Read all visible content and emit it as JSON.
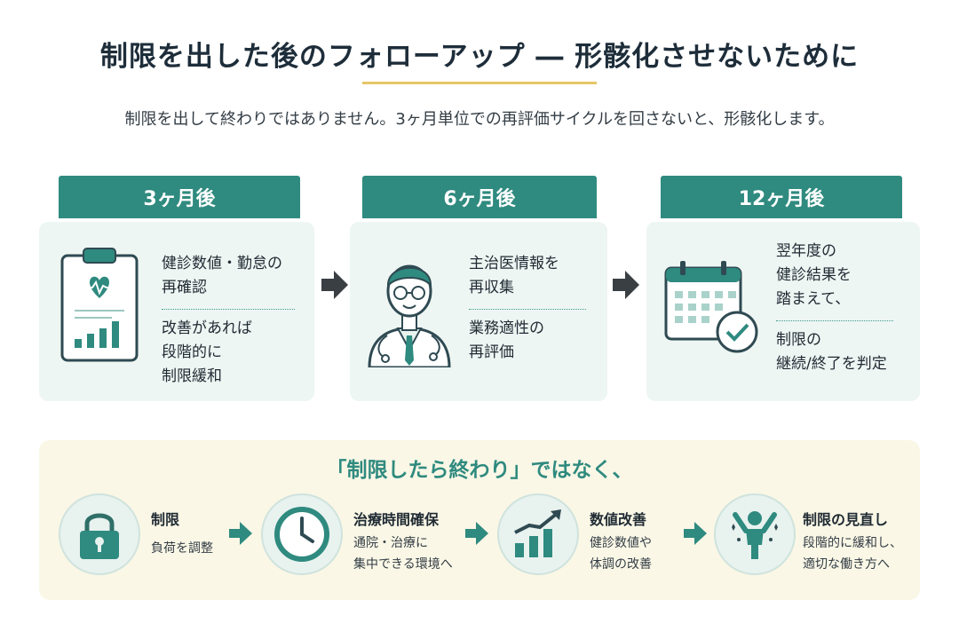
{
  "header": {
    "title": "制限を出した後のフォローアップ ― 形骸化させないために",
    "intro": "制限を出して終わりではありません。3ヶ月単位での再評価サイクルを回さないと、形骸化します。"
  },
  "stages": [
    {
      "label": "3ヶ月後",
      "icon": "clipboard-heart-chart-icon",
      "primary": [
        "健診数値・勤怠の",
        "再確認"
      ],
      "secondary": [
        "改善があれば",
        "段階的に",
        "制限緩和"
      ]
    },
    {
      "label": "6ヶ月後",
      "icon": "doctor-icon",
      "primary": [
        "主治医情報を",
        "再収集"
      ],
      "secondary": [
        "業務適性の",
        "再評価"
      ]
    },
    {
      "label": "12ヶ月後",
      "icon": "calendar-check-icon",
      "primary": [
        "翌年度の",
        "健診結果を",
        "踏まえて、"
      ],
      "secondary": [
        "制限の",
        "継続/終了を判定"
      ]
    }
  ],
  "bottom": {
    "heading": "「制限したら終わり」ではなく、",
    "steps": [
      {
        "title": "制限",
        "desc": [
          "負荷を調整"
        ],
        "icon": "lock-icon"
      },
      {
        "title": "治療時間確保",
        "desc": [
          "通院・治療に",
          "集中できる環境へ"
        ],
        "icon": "clock-icon"
      },
      {
        "title": "数値改善",
        "desc": [
          "健診数値や",
          "体調の改善"
        ],
        "icon": "rising-bar-chart-icon"
      },
      {
        "title": "制限の見直し",
        "desc": [
          "段階的に緩和し、",
          "適切な働き方へ"
        ],
        "icon": "celebrating-person-icon"
      }
    ]
  },
  "colors": {
    "teal": "#2f8a7f",
    "card_bg": "#eef6f3",
    "panel_bg": "#faf7e6",
    "accent_gold": "#e6c766",
    "arrow_dark": "#3a3f44"
  }
}
